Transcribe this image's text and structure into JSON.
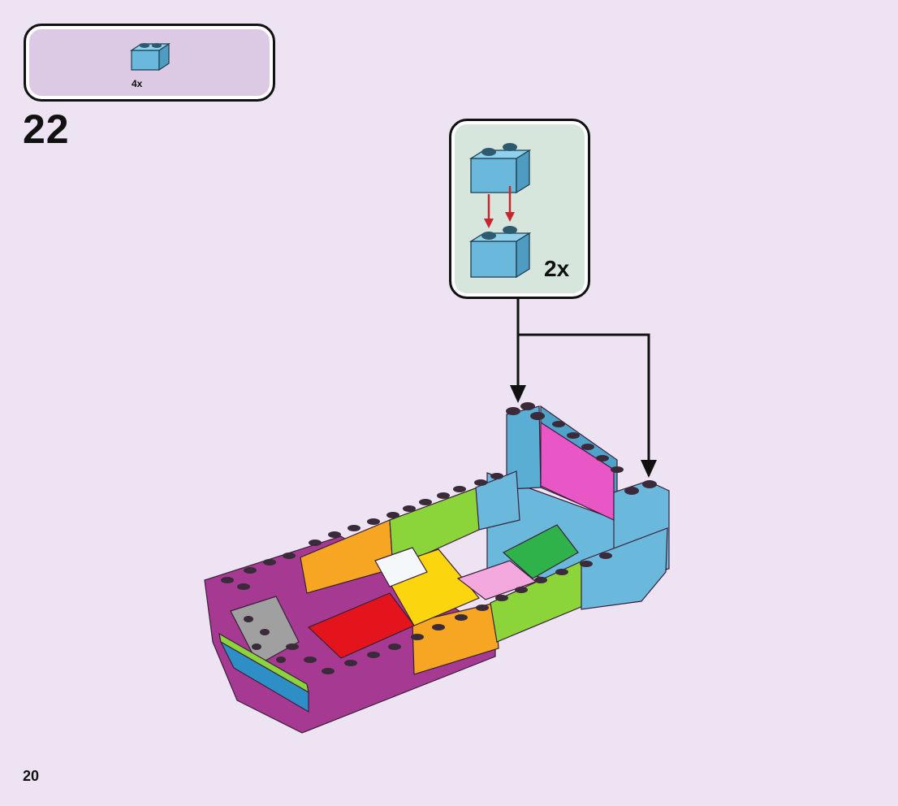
{
  "parts_list": {
    "count": "4x",
    "brick_color": "#6ab8dc"
  },
  "step": {
    "number": "22"
  },
  "callout": {
    "multiplier": "2x",
    "arrow_color": "#c8262e"
  },
  "page": {
    "number": "20"
  },
  "colors": {
    "azure": "#6ab8dc",
    "magenta": "#a63a93",
    "orange": "#f6a623",
    "lime": "#8bd43a",
    "pink": "#e957c6",
    "red": "#e3141b",
    "yellow": "#fbd60e",
    "green": "#2fb24a",
    "light_pink": "#f3a9de",
    "gray": "#a0a0a0"
  }
}
